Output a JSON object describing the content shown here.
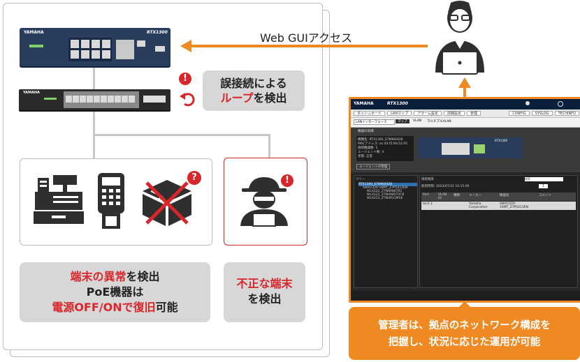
{
  "connection": {
    "label": "Web GUIアクセス"
  },
  "loop_bubble": {
    "line1": "誤接続による",
    "line2_red": "ループ",
    "line2_rest": "を検出"
  },
  "router": {
    "brand": "YAMAHA",
    "model": "RTX1300"
  },
  "switch": {
    "brand": "YAMAHA"
  },
  "devices_note": {
    "line1_red": "端末の異常",
    "line1_rest": "を検出",
    "line2": "PoE機器は",
    "line3_red": "電源OFF/ONで復旧",
    "line3_rest": "可能"
  },
  "intruder_note": {
    "line1_red": "不正な端末",
    "line2": "を検出"
  },
  "admin_note": {
    "line1": "管理者は、拠点のネットワーク構成を",
    "line2": "把握し、状況に応じた運用が可能"
  },
  "gui": {
    "logo": "YAMAHA",
    "model": "RTX1300",
    "tabs": [
      "ダッシュボード",
      "LANマップ",
      "アラーム設定",
      "詳細設定",
      "管理"
    ],
    "header_links": [
      "CONFIG",
      "SYSLOG",
      "TECHINFO"
    ],
    "dropdown": "LANインターフェース",
    "view_tabs": [
      "マップ",
      "VLAN",
      "マルチプルVLAN"
    ],
    "section_title": "機器の詳細",
    "device_info": [
      "機種名: RTX1300_S78960428",
      "MACアドレス: ac:44:f2:9d:52:05",
      "接続機器数: 1",
      "エージェント数: 4",
      "状態: 正常"
    ],
    "agent_button": "エージェントの管理",
    "tree_title": "ツリー",
    "tree_items": [
      "RTX1300_S78960428",
      "SWX2320-16MT_Z7P5413EN",
      "WLX222_Z7N9086TR2",
      "WLX222_Z7N4985T2C8",
      "WLX222_Z7N4931M16"
    ],
    "table_title": "接続端末",
    "table_time": "取得時刻: 2023/07/31 10:15:00",
    "table_headers": [
      "Port",
      "VLAN ID",
      "種類",
      "メーカー",
      "機器名",
      "コメント"
    ],
    "table_row": [
      "lan1.1",
      "",
      "",
      "Yamaha Corporation",
      "SWX2320-16MT_Z7P5413EN",
      ""
    ],
    "pager": "1",
    "search_placeholder": "検索"
  },
  "colors": {
    "accent": "#ef8a22",
    "alert": "#d8262b",
    "bubble": "#d7d7d7",
    "device_dark": "#2b3d5c"
  },
  "icons": [
    "admin-person-icon",
    "alert-icon",
    "undo-loop-icon",
    "pos-register-icon",
    "payment-terminal-icon",
    "broken-device-icon",
    "question-icon",
    "hacker-icon"
  ]
}
